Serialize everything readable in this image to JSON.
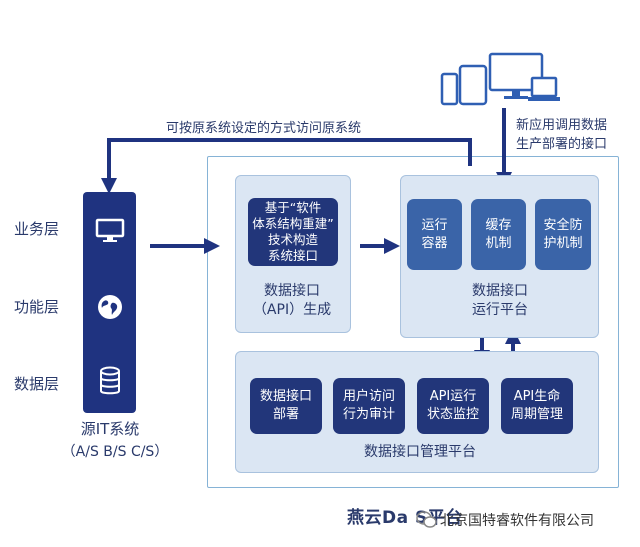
{
  "layers": {
    "business": "业务层",
    "function": "功能层",
    "data": "数据层"
  },
  "source_system": {
    "title": "源IT系统",
    "subtitle": "（A/S  B/S   C/S）"
  },
  "top_route_label": "可按原系统设定的方式访问原系统",
  "new_app": {
    "label": "新应用调用数据\n生产部署的接口"
  },
  "generation": {
    "tile": "基于“软件\n体系结构重建”\n技术构造\n系统接口",
    "caption": "数据接口\n（API）生成"
  },
  "runtime": {
    "tiles": [
      "运行\n容器",
      "缓存\n机制",
      "安全防\n护机制"
    ],
    "caption": "数据接口\n运行平台"
  },
  "management": {
    "tiles": [
      "数据接口\n部署",
      "用户访问\n行为审计",
      "API运行\n状态监控",
      "API生命\n周期管理"
    ],
    "caption": "数据接口管理平台"
  },
  "brand": "燕云Da  S平台",
  "watermark": "北京国特睿软件有限公司",
  "colors": {
    "navy": "#1f3380",
    "tile_dark": "#22367a",
    "tile_light": "#3a64a8",
    "panel": "#dbe6f3",
    "device": "#2f5fb3"
  }
}
